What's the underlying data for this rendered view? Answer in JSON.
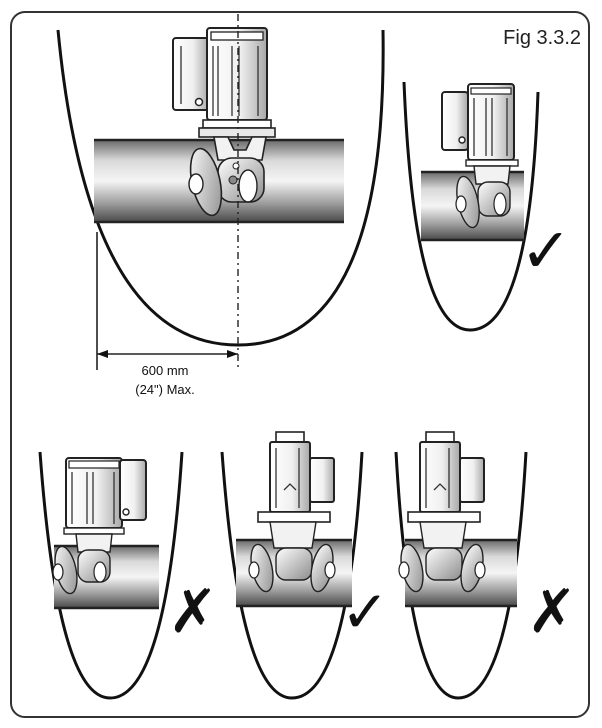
{
  "figure_label": "Fig 3.3.2",
  "dimension": {
    "line1": "600 mm",
    "line2": "(24\") Max."
  },
  "marks": {
    "correct": "✓",
    "incorrect": "✗"
  },
  "colors": {
    "ink": "#111111",
    "tube_light": "#f4f4f4",
    "tube_dark": "#555555"
  },
  "panels": [
    {
      "name": "main-installation",
      "verdict": "reference",
      "mark": ""
    },
    {
      "name": "narrow-hull",
      "verdict": "correct",
      "mark": "correct"
    },
    {
      "name": "motor-in-hull",
      "verdict": "incorrect",
      "mark": "incorrect"
    },
    {
      "name": "vertical-motor",
      "verdict": "correct",
      "mark": "correct"
    },
    {
      "name": "vertical-motor-variant",
      "verdict": "incorrect",
      "mark": "incorrect"
    }
  ]
}
